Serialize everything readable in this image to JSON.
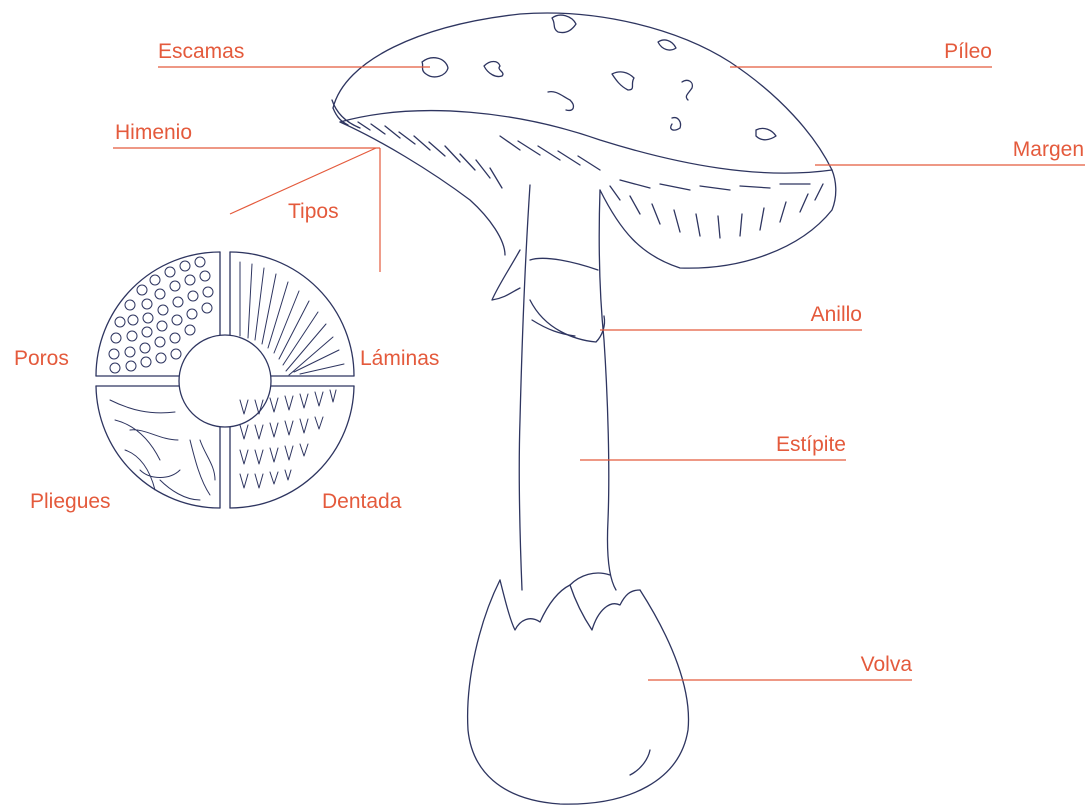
{
  "colors": {
    "label": "#e45a3c",
    "ink": "#2e3560",
    "paper": "#ffffff"
  },
  "labels": {
    "escamas": "Escamas",
    "pileo": "Píleo",
    "himenio": "Himenio",
    "margen": "Margen",
    "tipos": "Tipos",
    "anillo": "Anillo",
    "poros": "Poros",
    "laminas": "Láminas",
    "estipite": "Estípite",
    "pliegues": "Pliegues",
    "dentada": "Dentada",
    "volva": "Volva"
  }
}
